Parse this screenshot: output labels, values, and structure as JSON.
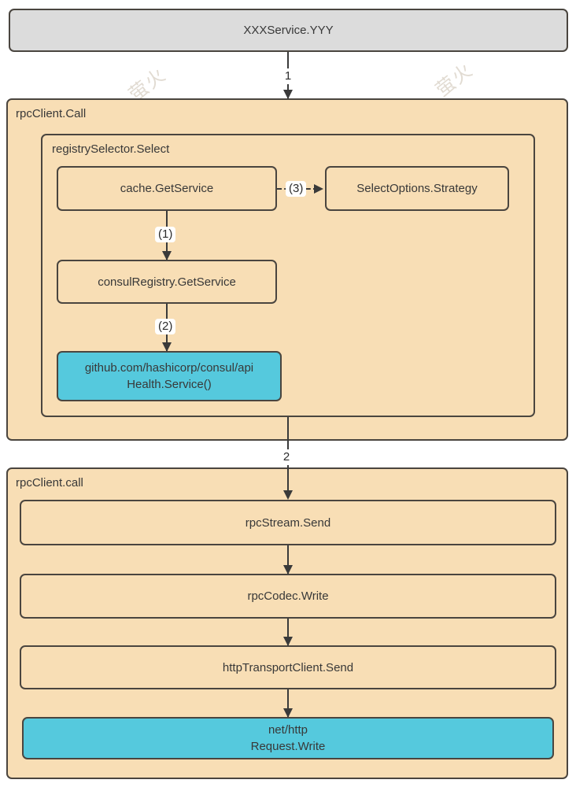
{
  "diagram": {
    "entry_label": "XXXService.YYY",
    "watermark": {
      "text": "萤火"
    },
    "connectors": {
      "step1": "1",
      "step2": "2",
      "sub1": "(1)",
      "sub2": "(2)",
      "sub3": "(3)"
    },
    "group_call": {
      "label": "rpcClient.Call",
      "selector": {
        "label": "registrySelector.Select",
        "cache": "cache.GetService",
        "strategy": "SelectOptions.Strategy",
        "consul_registry": "consulRegistry.GetService",
        "consul_api": {
          "line1": "github.com/hashicorp/consul/api",
          "line2": "Health.Service()"
        }
      }
    },
    "group_send": {
      "label": "rpcClient.call",
      "stream": "rpcStream.Send",
      "codec": "rpcCodec.Write",
      "transport": "httpTransportClient.Send",
      "nethttp": {
        "line1": "net/http",
        "line2": "Request.Write"
      }
    },
    "colors": {
      "container_fill": "#f8deb5",
      "entry_fill": "#dcdcdc",
      "highlight_fill": "#55c9dd",
      "border": "#4a453f",
      "text": "#383838"
    }
  }
}
